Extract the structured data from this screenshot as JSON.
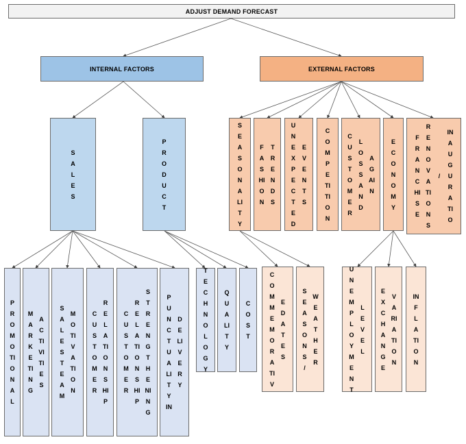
{
  "root": {
    "label": "ADJUST DEMAND FORECAST"
  },
  "internal": {
    "label": "INTERNAL FACTORS"
  },
  "external": {
    "label": "EXTERNAL FACTORS"
  },
  "sales": {
    "label": "SALES"
  },
  "product": {
    "label": "PRODUCT"
  },
  "external_children": [
    {
      "lines": [
        "SEASONALITY"
      ]
    },
    {
      "lines": [
        "FASHION",
        "TRENDS"
      ]
    },
    {
      "lines": [
        "UNEXPECTED",
        "EVENTS"
      ]
    },
    {
      "lines": [
        "COMPETITION"
      ]
    },
    {
      "lines": [
        "CUSTOMER",
        "LOSS AND",
        "AGAIN"
      ]
    },
    {
      "lines": [
        "ECONOMY"
      ]
    },
    {
      "lines": [
        "FRANCHISE",
        "RENOVATIONS",
        "/",
        "INAUGURATIO"
      ]
    }
  ],
  "sales_children": [
    {
      "lines": [
        "PROMOTIONAL"
      ]
    },
    {
      "lines": [
        "MARKETING",
        "ACTIVITIES"
      ]
    },
    {
      "lines": [
        "SALES TEAM",
        "MOTIVATION"
      ]
    },
    {
      "lines": [
        "CUSTOMER",
        "RELATIONSHIP"
      ]
    },
    {
      "lines": [
        "CUSTOMER",
        "RELATIONSHIP",
        "STRENGTHENING"
      ]
    },
    {
      "lines": [
        "PUNCTUALITY IN",
        "DELIVERY"
      ]
    }
  ],
  "product_children": [
    {
      "lines": [
        "TECHNOLOGY"
      ]
    },
    {
      "lines": [
        "QUALITY"
      ]
    },
    {
      "lines": [
        "COST"
      ]
    }
  ],
  "seasonality_children": [
    {
      "lines": [
        "COMMEMORATIV",
        "E DATES"
      ]
    },
    {
      "lines": [
        "SEASONS /",
        "WEATHER"
      ]
    }
  ],
  "economy_children": [
    {
      "lines": [
        "UNEMPLOYMENT",
        "LEVEL"
      ]
    },
    {
      "lines": [
        "EXCHANGE",
        "VARIATION"
      ]
    },
    {
      "lines": [
        "INFLATION"
      ]
    }
  ]
}
